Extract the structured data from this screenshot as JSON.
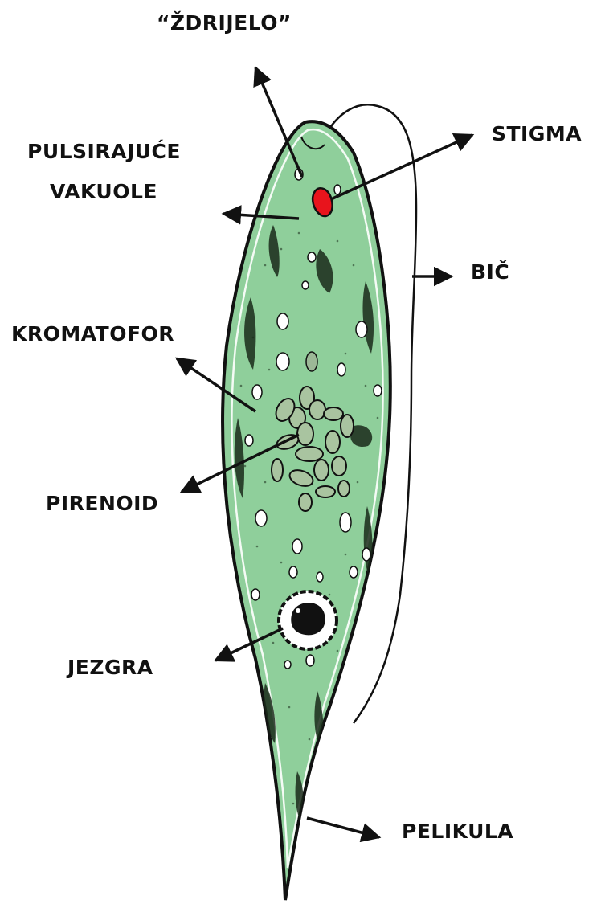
{
  "labels": {
    "zdrijelo": "“ŽDRIJELO”",
    "stigma": "STIGMA",
    "pulsirajuce_line1": "PULSIRAJUĆE",
    "pulsirajuce_line2": "VAKUOLE",
    "bic": "BIČ",
    "kromatofor": "KROMATOFOR",
    "pirenoid": "PIRENOID",
    "jezgra": "JEZGRA",
    "pelikula": "PELIKULA"
  },
  "colors": {
    "cell_body": "#8fcf9b",
    "stigma": "#e8141c",
    "outline": "#111111",
    "pyrenoid": "#a9c4a0"
  }
}
